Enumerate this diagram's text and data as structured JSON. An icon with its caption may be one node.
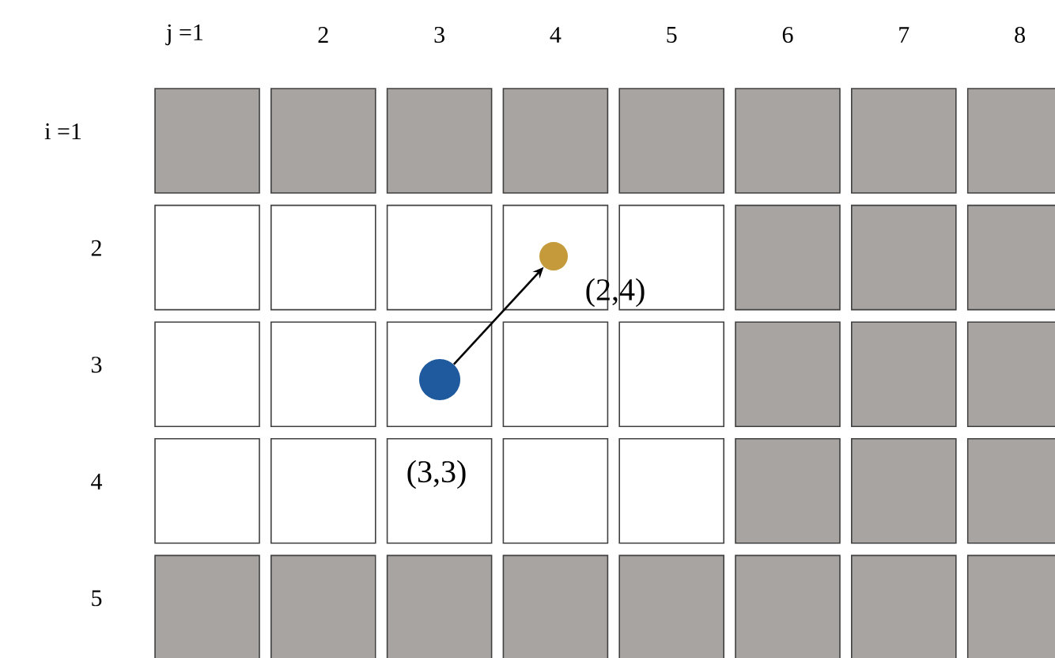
{
  "diagram": {
    "nodes": [
      {
        "text": [],
        "shape": "circle",
        "beside": [
          "(3,3)"
        ]
      },
      {
        "text": [],
        "shape": "circle",
        "beside": [
          "(2,4)"
        ]
      }
    ],
    "edges": [
      {
        "from": 0,
        "to": 1,
        "arrow": "to"
      }
    ],
    "labels": [
      "j =1",
      "2",
      "3",
      "4",
      "5",
      "6",
      "7",
      "8",
      "i =1",
      "2",
      "3",
      "4",
      "5"
    ]
  }
}
